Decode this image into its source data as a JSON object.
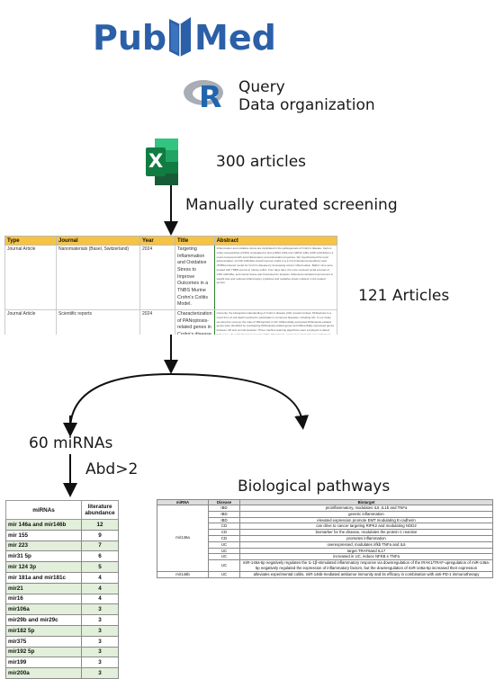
{
  "logos": {
    "pubmed_left": "Pub",
    "pubmed_right": "Med",
    "r_letter": "R",
    "excel_letter": "X"
  },
  "steps": {
    "query_line1": "Query",
    "query_line2": "Data organization",
    "articles_count": "300 articles",
    "screening": "Manually curated screening",
    "articles_121": "121 Articles",
    "mirnas_60": "60 miRNAs",
    "abd": "Abd>2",
    "bio_pathways": "Biological pathways"
  },
  "article_table": {
    "headers": [
      "Type",
      "Journal",
      "Year",
      "Title",
      "Abstract"
    ],
    "rows": [
      {
        "type": "Journal Article",
        "journal": "Nanomaterials (Basel, Switzerland)",
        "year": "2024",
        "title": "Targeting Inflammation and Oxidative Stress to Improve Outcomes in a TNBS Murine Crohn's Colitis Model.",
        "abstract": "Inflammation and oxidative stress are implicated in the pathogenesis of Crohn's disease. Cerium oxide nanoparticles (CNPs) conjugated to anti-miRNA 146a and miRNA 146a (CNP-anti146a) is a novel compound with anti-inflammatory and antioxidant properties. We hypothesized the local administration of CNP-miR146a should improve colitis in a 2,4,6-trinitrobenzenesulfonic acid (TNBS)-induced model for Crohn's disease by decreasing colonic inflammation. Balb/c mice were treated with TNBS enema to induce colitis. Four days later, the mice received rectal enemas of CNP-miR146a, and colonic tissue was harvested for analysis. Data demonstrated improvement in weight loss and reduced inflammatory cytokines and oxidative stress markers in the treated groups."
      },
      {
        "type": "Journal Article",
        "journal": "Scientific reports",
        "year": "2024",
        "title": "Characterization of PANoptosis-related genes in Crohn's disease by integrated bioinformatics, machine learning and experiments.",
        "abstract": "Currently, the biological understanding of Crohn's disease (CD) remains limited. PANoptosis is a novel form of cell death reported to participate in numerous diseases, including CD. In our study, we aimed to uncover the roles of PANoptosis in CD. Differentially expressed PANoptosis-related genes were identified by overlapping PANoptosis-related genes and differentially expressed genes between CD and normal samples. Three machine learning algorithms were employed to detect hub genes. To verify the heterogeneity within CD patients, consensus clustering was performed. We further demonstrated that the expression of hub genes was validated in experimental colitis."
      }
    ]
  },
  "mirna_table": {
    "header_mirna": "miRNAs",
    "header_abundance": "literature abundance",
    "rows": [
      {
        "name": "mir 146a and mir146b",
        "value": "12"
      },
      {
        "name": "mir 155",
        "value": "9"
      },
      {
        "name": "mir 223",
        "value": "7"
      },
      {
        "name": "mir31 5p",
        "value": "6"
      },
      {
        "name": "mir 124 3p",
        "value": "5"
      },
      {
        "name": "mir 181a and mir181c",
        "value": "4"
      },
      {
        "name": "mir21",
        "value": "4"
      },
      {
        "name": "mir16",
        "value": "4"
      },
      {
        "name": "mir106a",
        "value": "3"
      },
      {
        "name": "mir29b and mir29c",
        "value": "3"
      },
      {
        "name": "mir182 5p",
        "value": "3"
      },
      {
        "name": "mir375",
        "value": "3"
      },
      {
        "name": "mir192 5p",
        "value": "3"
      },
      {
        "name": "mir199",
        "value": "3"
      },
      {
        "name": "mir200a",
        "value": "3"
      }
    ]
  },
  "bio_table": {
    "headers": [
      "miRNA",
      "Disease",
      "Biotarget"
    ],
    "mir146a": "mir146a",
    "mir146b": "mir146b",
    "rows_146a": [
      {
        "disease": "IBD",
        "target": "proinflammatory, modulates IL6 ,IL1b and TNFa"
      },
      {
        "disease": "IBD",
        "target": "generic inflammation"
      },
      {
        "disease": "IBD",
        "target": "elevated expression promote EMT modulating E-cadherin"
      },
      {
        "disease": "CD",
        "target": "can drive to cancer targeting RIPK2 and modulating NOD2"
      },
      {
        "disease": "CD",
        "target": "biomarker for the disease, modulates the protein C reactive"
      },
      {
        "disease": "CD",
        "target": "promotes inflammation"
      },
      {
        "disease": "UC",
        "target": "overexpressed, modulates nfkb TNFa and IL6"
      },
      {
        "disease": "UC",
        "target": "target TRAF6and IL17"
      },
      {
        "disease": "UC",
        "target": "increased in UC, induce NFKB e TNFa"
      },
      {
        "disease": "UC",
        "target": "miR-146a-5p negatively regulates the IL-1β-stimulated inflammatory response via downregulation of the IRAK1/TRAF-upregulation of miR-146a-5p negatively regulated the expression of inflammatory factors, but the downregulation of miR-146a-5p increased their expression"
      }
    ],
    "row_146b": {
      "disease": "UC",
      "target": "alleviates experimental colitis, miR-146b-mediated antitumor immunity and its efficacy in combination with anti-PD-1 immunotherapy"
    }
  }
}
